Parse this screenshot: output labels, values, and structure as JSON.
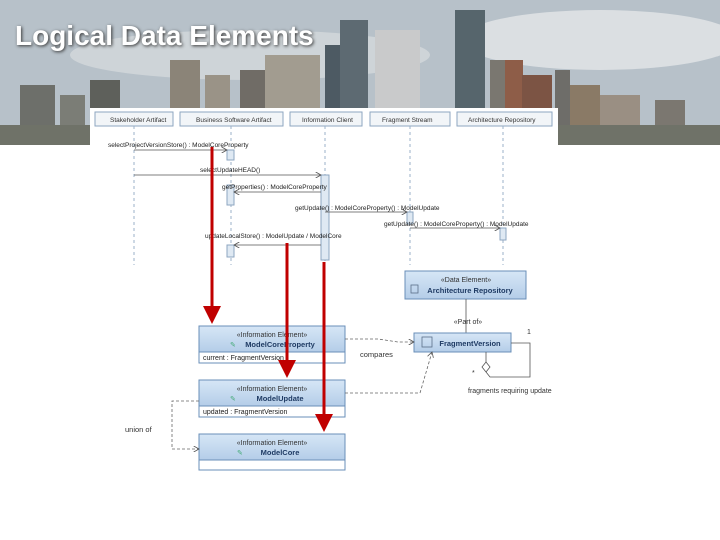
{
  "slide": {
    "title": "Logical Data Elements"
  },
  "sequence": {
    "lifelines": [
      "Stakeholder Artifact",
      "Business Software Artifact",
      "Information Client",
      "Fragment Stream",
      "Architecture Repository"
    ],
    "messages": [
      "selectProjectVersionStore() : ModelCoreProperty",
      "selectUpdateHEAD()",
      "getProperties() : ModelCoreProperty",
      "getUpdate() : ModelCoreProperty() : ModelUpdate",
      "getUpdate() : ModelCoreProperty() : ModelUpdate",
      "updateLocalStore() : ModelUpdate / ModelCore"
    ]
  },
  "classes": {
    "repository": {
      "stereotype": "«Data Element»",
      "name": "Architecture Repository"
    },
    "part_of": "«Part of»",
    "fragment_version": {
      "name": "FragmentVersion",
      "multiplicity_one": "1",
      "multiplicity_many": "*"
    },
    "self_assoc": "fragments requiring update",
    "compares": "compares",
    "union_of": "union of",
    "model_core_property": {
      "stereotype": "«Information Element»",
      "name": "ModelCoreProperty",
      "attribute": "current : FragmentVersion"
    },
    "model_update": {
      "stereotype": "«Information Element»",
      "name": "ModelUpdate",
      "attribute": "updated : FragmentVersion"
    },
    "model_core": {
      "stereotype": "«Information Element»",
      "name": "ModelCore",
      "attribute": ""
    }
  },
  "colors": {
    "class_fill": "#c5daf0",
    "class_border": "#6a8fb8",
    "arrow": "#c00000"
  }
}
